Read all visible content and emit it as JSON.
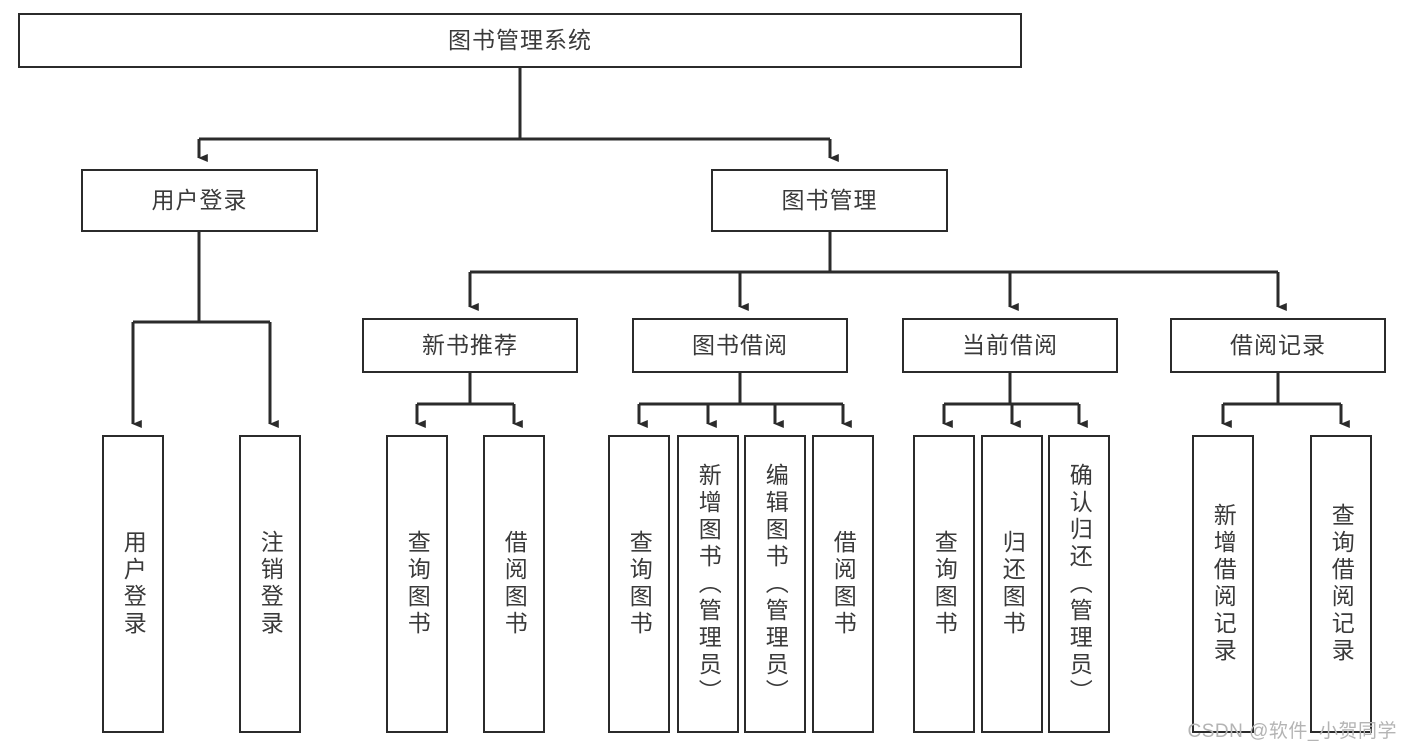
{
  "diagram": {
    "title": "图书管理系统",
    "type": "tree-hierarchy-diagram",
    "colors": {
      "box_border": "#2b2b2b",
      "box_fill": "#ffffff",
      "text": "#3a3a3a",
      "edge": "#2b2b2b",
      "watermark": "#b4b4b4",
      "background": "#ffffff"
    },
    "root": {
      "label": "图书管理系统"
    },
    "level2": [
      {
        "label": "用户登录"
      },
      {
        "label": "图书管理"
      }
    ],
    "level3": [
      {
        "label": "新书推荐"
      },
      {
        "label": "图书借阅"
      },
      {
        "label": "当前借阅"
      },
      {
        "label": "借阅记录"
      }
    ],
    "leaves": [
      {
        "label": "用户登录"
      },
      {
        "label": "注销登录"
      },
      {
        "label": "查询图书"
      },
      {
        "label": "借阅图书"
      },
      {
        "label": "查询图书"
      },
      {
        "label": "新增图书（管理员）"
      },
      {
        "label": "编辑图书（管理员）"
      },
      {
        "label": "借阅图书"
      },
      {
        "label": "查询图书"
      },
      {
        "label": "归还图书"
      },
      {
        "label": "确认归还（管理员）"
      },
      {
        "label": "新增借阅记录"
      },
      {
        "label": "查询借阅记录"
      }
    ],
    "watermark": "CSDN @软件_小贺同学"
  }
}
